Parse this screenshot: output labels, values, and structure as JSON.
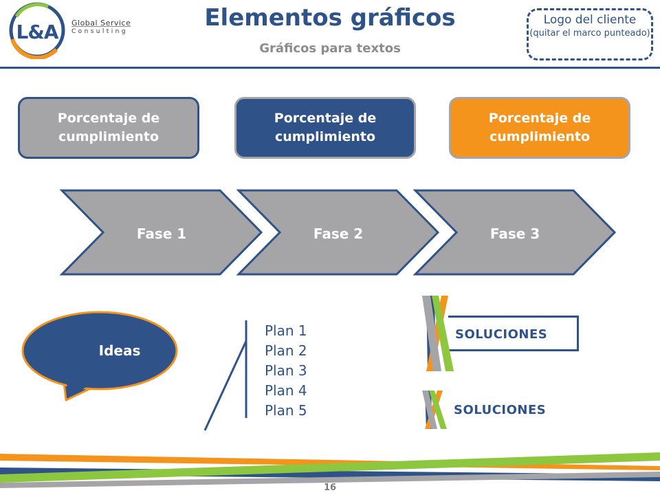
{
  "header": {
    "logo": {
      "mark": "L&A",
      "brand_line1": "Global Service",
      "brand_line2": "Consulting"
    },
    "title": "Elementos gráficos",
    "subtitle": "Gráficos para textos",
    "client_logo": {
      "line1": "Logo del cliente",
      "line2": "(quitar el marco punteado)"
    }
  },
  "boxes": [
    {
      "label": "Porcentaje de cumplimiento",
      "color": "#a5a5a7"
    },
    {
      "label": "Porcentaje de cumplimiento",
      "color": "#2f5389"
    },
    {
      "label": "Porcentaje de cumplimiento",
      "color": "#f4941d"
    }
  ],
  "phases": [
    {
      "label": "Fase 1"
    },
    {
      "label": "Fase 2"
    },
    {
      "label": "Fase 3"
    }
  ],
  "ideas": {
    "label": "Ideas"
  },
  "plans": [
    "Plan 1",
    "Plan 2",
    "Plan 3",
    "Plan 4",
    "Plan 5"
  ],
  "soluciones": [
    {
      "label": "SOLUCIONES"
    },
    {
      "label": "SOLUCIONES"
    }
  ],
  "footer": {
    "page_number": "16"
  },
  "colors": {
    "blue": "#2f5389",
    "gray": "#a5a5a7",
    "orange": "#f4941d",
    "green": "#8dc63f"
  }
}
